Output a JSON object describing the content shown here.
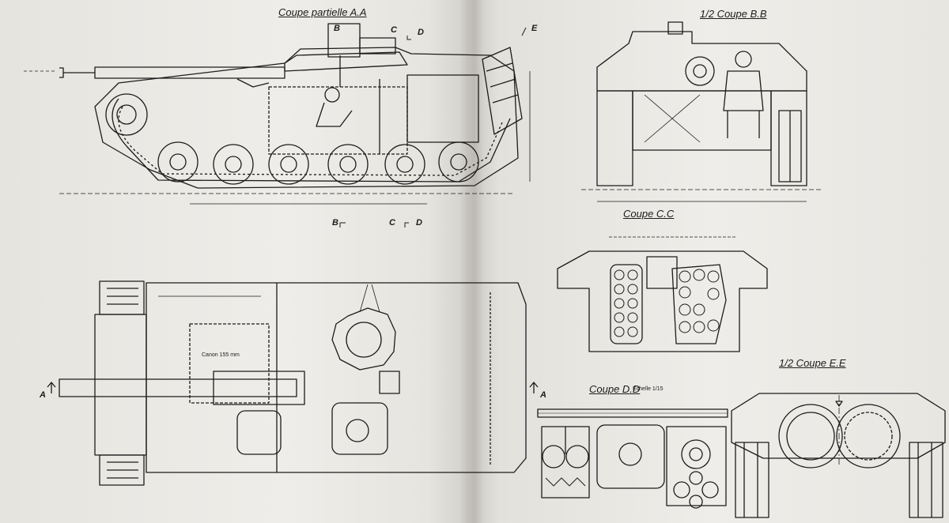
{
  "titles": {
    "aa": "Coupe partielle A.A",
    "bb": "1/2 Coupe B.B",
    "cc": "Coupe C.C",
    "dd": "Coupe D.D",
    "ee": "1/2 Coupe E.E"
  },
  "section_marks": {
    "a": "A",
    "b": "B",
    "c": "C",
    "d": "D",
    "e": "E"
  },
  "notes": {
    "dd_scale": "Echelle 1/15",
    "gun_tube": "Canon 155 mm"
  },
  "colors": {
    "ink": "#1c1c1c",
    "paper": "#efede9"
  }
}
